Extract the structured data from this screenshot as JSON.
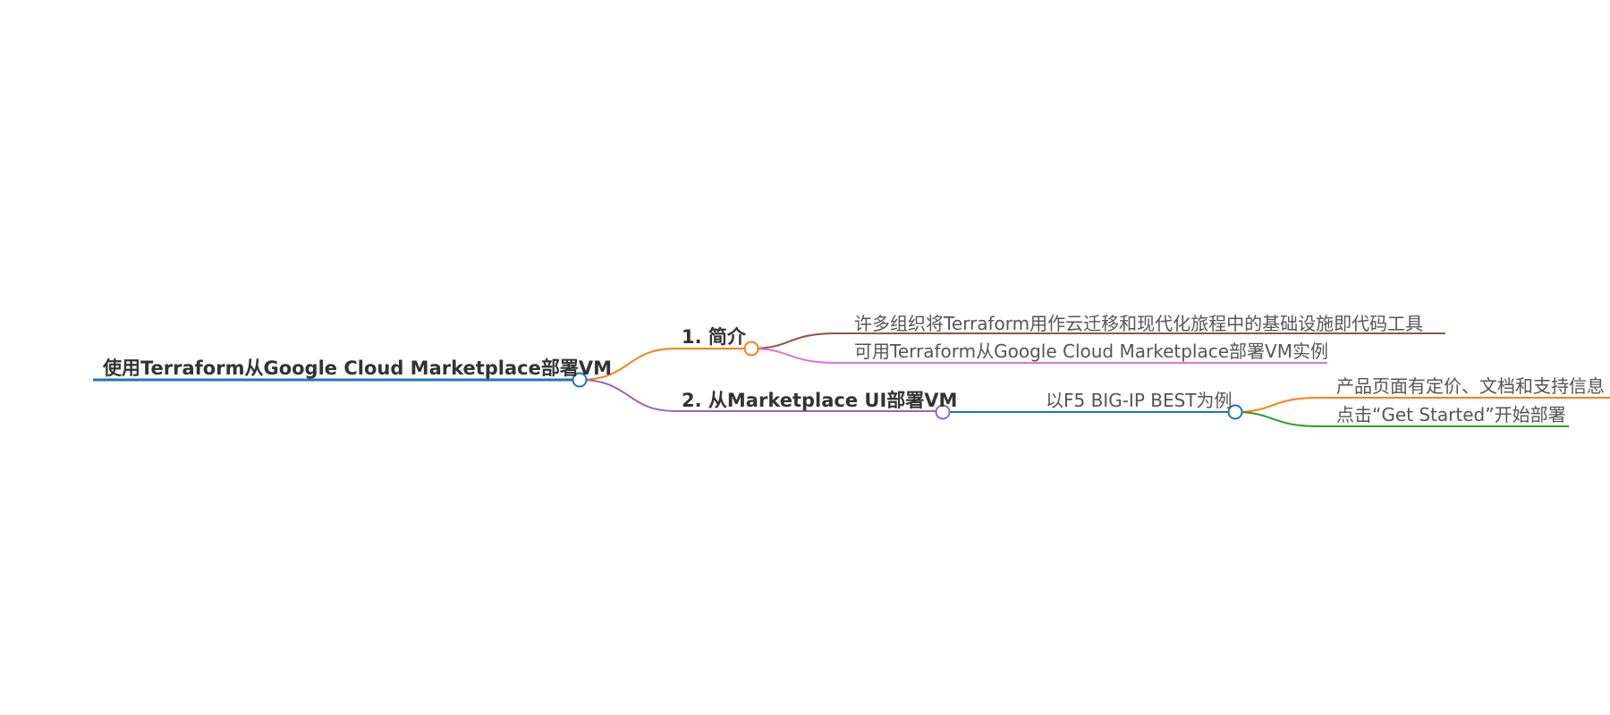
{
  "mindmap": {
    "root": {
      "label": "使用Terraform从Google Cloud Marketplace部署VM",
      "color": "#1f77b4"
    },
    "branches": [
      {
        "label": "1. 简介",
        "color": "#ff7f0e",
        "children": [
          {
            "label": "许多组织将Terraform用作云迁移和现代化旅程中的基础设施即代码工具",
            "color": "#8c564b"
          },
          {
            "label": "可用Terraform从Google Cloud Marketplace部署VM实例",
            "color": "#e377c2"
          }
        ]
      },
      {
        "label": "2. 从Marketplace UI部署VM",
        "color": "#9467bd",
        "children": [
          {
            "label": "以F5 BIG-IP BEST为例",
            "color": "#1f77b4",
            "children": [
              {
                "label": "产品页面有定价、文档和支持信息",
                "color": "#ff7f0e"
              },
              {
                "label": "点击“Get Started”开始部署",
                "color": "#2ca02c"
              }
            ]
          }
        ]
      }
    ]
  }
}
